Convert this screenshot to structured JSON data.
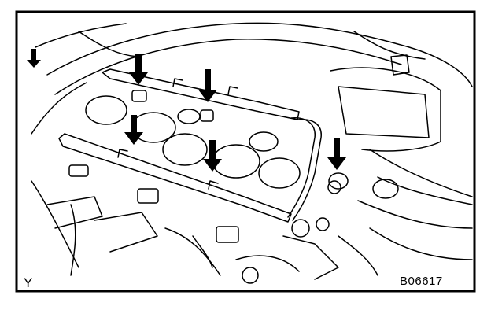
{
  "figure": {
    "corner_mark": "Y",
    "figure_code": "B06617",
    "arrow_count": 6,
    "colors": {
      "line": "#000000",
      "background": "#ffffff"
    }
  }
}
